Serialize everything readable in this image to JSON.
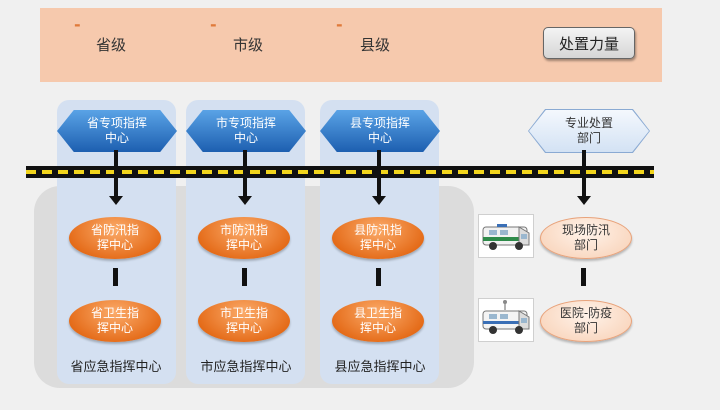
{
  "header": {
    "levels": [
      {
        "dash": "-",
        "label": "省级"
      },
      {
        "dash": "-",
        "label": "市级"
      },
      {
        "dash": "-",
        "label": "县级"
      }
    ],
    "legend_label": "处置力量"
  },
  "columns": [
    {
      "top": "省专项指挥中心",
      "mid": "省防汛指挥中心",
      "bottom": "省卫生指挥中心",
      "caption": "省应急指挥中心"
    },
    {
      "top": "市专项指挥中心",
      "mid": "市防汛指挥中心",
      "bottom": "市卫生指挥中心",
      "caption": "市应急指挥中心"
    },
    {
      "top": "县专项指挥中心",
      "mid": "县防汛指挥中心",
      "bottom": "县卫生指挥中心",
      "caption": "县应急指挥中心"
    }
  ],
  "right": {
    "top": "专业处置部门",
    "mid": "现场防汛部门",
    "bottom": "医院-防疫部门"
  },
  "colors": {
    "header_band": "#f6c9ad",
    "column_bg": "#d4e0f1",
    "hex_blue": "#2a70c0",
    "oval_orange": "#e46a17",
    "dash_yellow": "#f2d51c"
  }
}
